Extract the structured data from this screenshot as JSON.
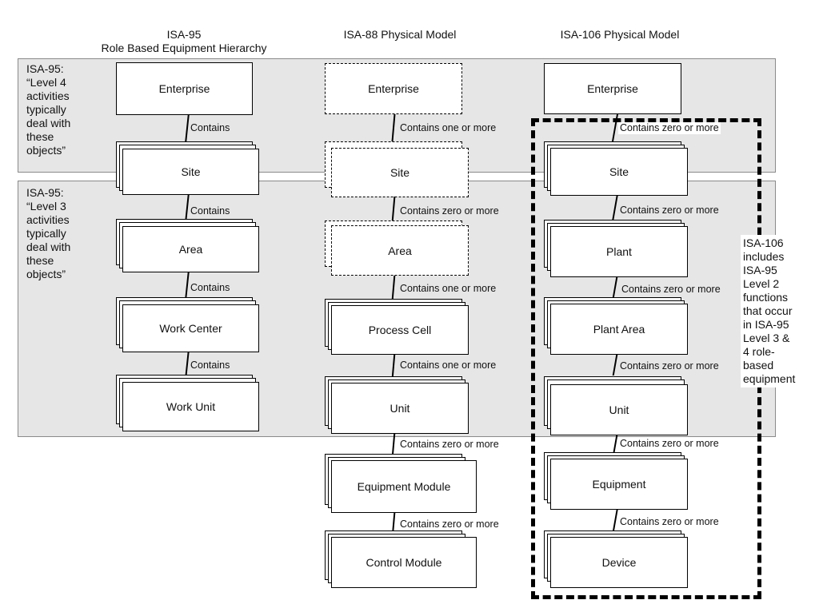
{
  "headers": {
    "isa95": "ISA-95\nRole Based Equipment Hierarchy",
    "isa88": "ISA-88 Physical Model",
    "isa106": "ISA-106 Physical Model"
  },
  "bands": {
    "level4": "ISA-95:\n“Level 4\nactivities\ntypically\ndeal with\nthese\nobjects”",
    "level3": "ISA-95:\n“Level 3\nactivities\ntypically\ndeal with\nthese\nobjects”"
  },
  "isa95": {
    "boxes": [
      "Enterprise",
      "Site",
      "Area",
      "Work Center",
      "Work Unit"
    ],
    "relations": [
      "Contains",
      "Contains",
      "Contains",
      "Contains"
    ]
  },
  "isa88": {
    "boxes": [
      "Enterprise",
      "Site",
      "Area",
      "Process Cell",
      "Unit",
      "Equipment Module",
      "Control Module"
    ],
    "relations": [
      "Contains one or more",
      "Contains zero or more",
      "Contains one or more",
      "Contains one or more",
      "Contains zero or more",
      "Contains zero or more"
    ]
  },
  "isa106": {
    "boxes": [
      "Enterprise",
      "Site",
      "Plant",
      "Plant Area",
      "Unit",
      "Equipment",
      "Device"
    ],
    "relations": [
      "Contains zero or more",
      "Contains zero or more",
      "Contains zero or more",
      "Contains zero or more",
      "Contains zero or more",
      "Contains zero or more"
    ]
  },
  "note": "ISA-106\nincludes\nISA-95\nLevel 2\nfunctions\nthat occur\nin ISA-95\nLevel 3 &\n4 role-\nbased\nequipment"
}
